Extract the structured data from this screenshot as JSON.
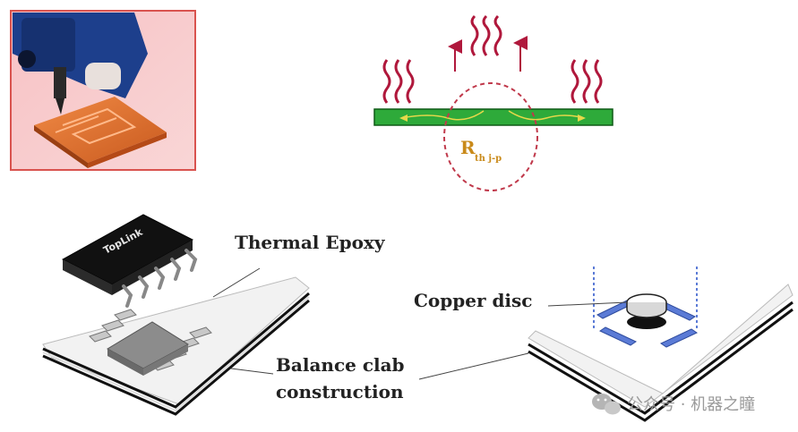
{
  "labels": {
    "rth_main": "R",
    "rth_sub": "th j-p",
    "thermal_epoxy": "Thermal Epoxy",
    "copper_disc": "Copper disc",
    "balance_line1": "Balance clab",
    "balance_line2": "construction",
    "chip_text": "TopLink"
  },
  "watermark": {
    "text": "公众号 · 机器之瞳",
    "icon": "wechat-icon"
  },
  "colors": {
    "photo_frame": "#d9534f",
    "pcb_green": "#2eaa3a",
    "heat_waves": "#b0183c",
    "rth_circle": "#c0394b",
    "rth_text": "#c98a1a",
    "pad_blue": "#5b7bd6",
    "chip_body": "#1a1a1a"
  }
}
